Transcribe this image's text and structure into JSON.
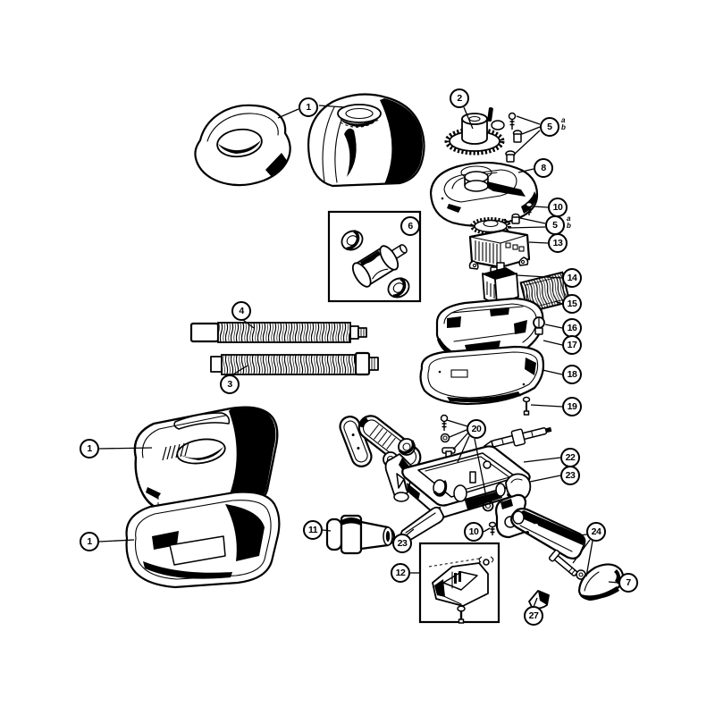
{
  "diagram": {
    "type": "exploded-parts-diagram",
    "subject": "pool-cleaner-exploded-view",
    "background_color": "#ffffff",
    "line_color": "#000000",
    "callouts": {
      "c1_top": {
        "label": "1"
      },
      "c1_mid": {
        "label": "1"
      },
      "c1_bottom": {
        "label": "1"
      },
      "c2": {
        "label": "2"
      },
      "c3": {
        "label": "3"
      },
      "c4": {
        "label": "4"
      },
      "c5_top": {
        "label": "5",
        "suffix_a": "a",
        "suffix_b": "b"
      },
      "c5_right": {
        "label": "5",
        "suffix_a": "a",
        "suffix_b": "b"
      },
      "c6": {
        "label": "6"
      },
      "c7": {
        "label": "7"
      },
      "c8": {
        "label": "8"
      },
      "c10_right": {
        "label": "10"
      },
      "c10_bottom": {
        "label": "10"
      },
      "c11": {
        "label": "11"
      },
      "c12": {
        "label": "12"
      },
      "c13": {
        "label": "13"
      },
      "c14": {
        "label": "14"
      },
      "c15": {
        "label": "15"
      },
      "c16": {
        "label": "16"
      },
      "c17": {
        "label": "17"
      },
      "c18": {
        "label": "18"
      },
      "c19": {
        "label": "19"
      },
      "c20": {
        "label": "20"
      },
      "c22": {
        "label": "22"
      },
      "c23_right": {
        "label": "23"
      },
      "c23_bottom": {
        "label": "23"
      },
      "c24": {
        "label": "24"
      },
      "c27": {
        "label": "27"
      }
    },
    "part_icons": [
      "top-cover-plate",
      "dome-cover",
      "turbine-gear",
      "screw-set-a",
      "drive-cover",
      "seal-gear",
      "motor-unit",
      "pump-block",
      "intake-grate",
      "middle-body",
      "latch-plug",
      "lower-pan",
      "screw",
      "hose-upper",
      "hose-lower",
      "roller-bearing-assembly",
      "shroud",
      "base-housing",
      "side-wing",
      "skirt",
      "a-frame-bracket",
      "axle-shaft",
      "chassis-frame",
      "flap",
      "cam-claw",
      "cone-adapter",
      "bottom-flap",
      "bracket-insert",
      "side-wing-right",
      "axle-bolt",
      "side-fin",
      "clip"
    ]
  }
}
